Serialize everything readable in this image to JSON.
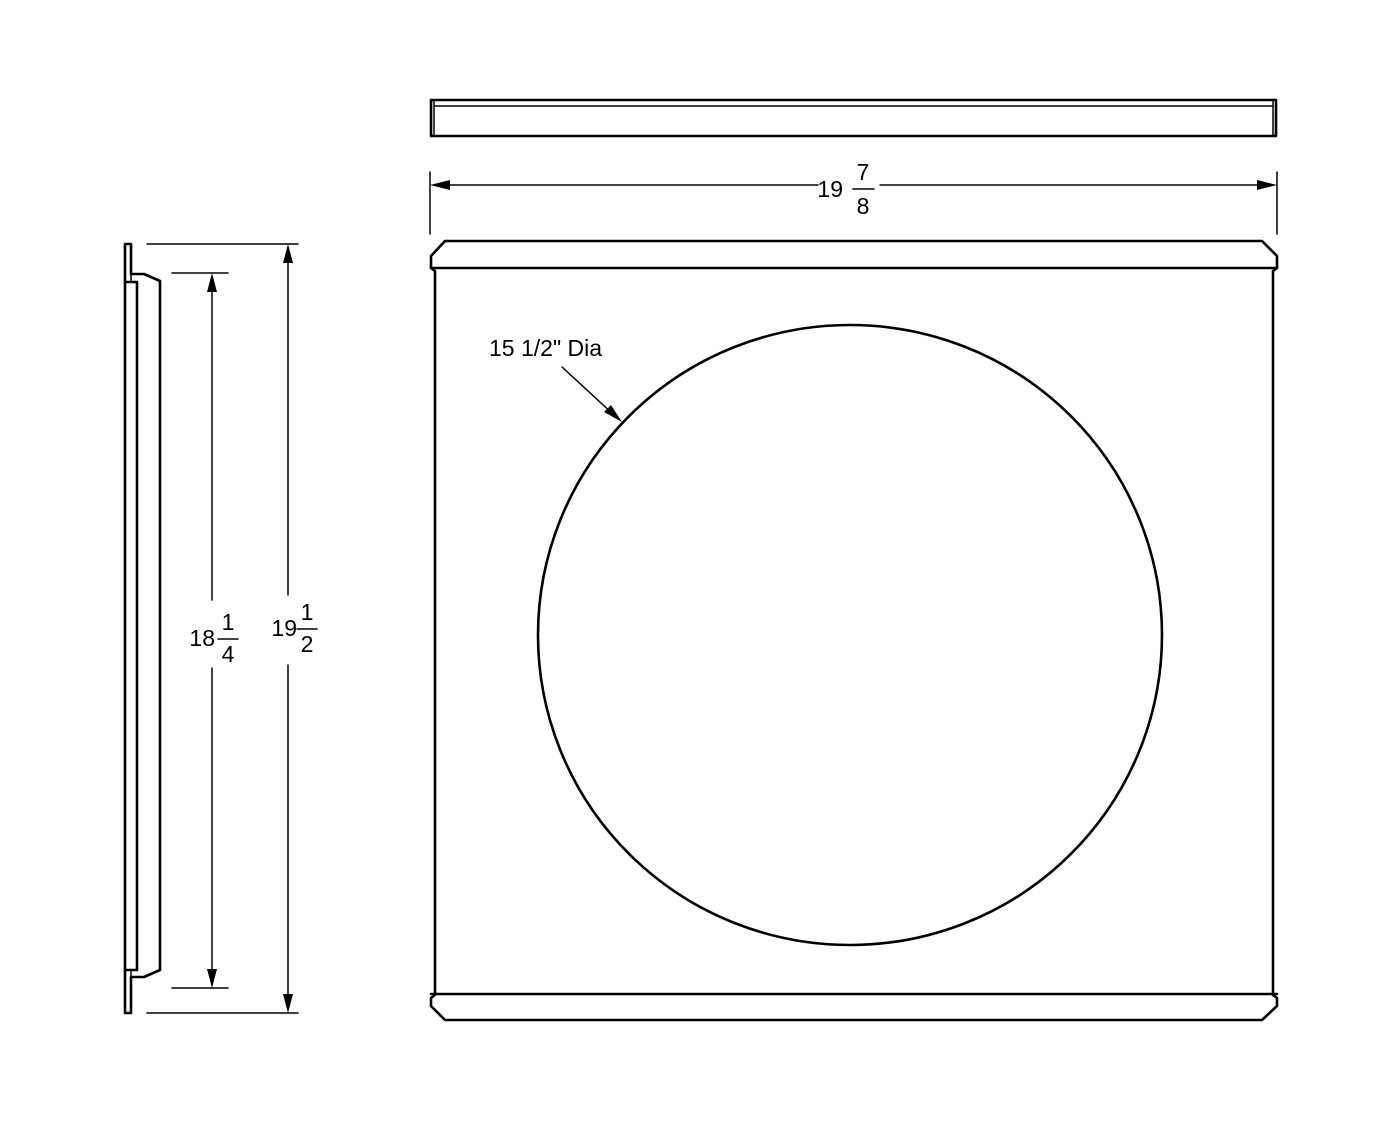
{
  "dimensions": {
    "width": {
      "whole": "19",
      "numerator": "7",
      "denominator": "8"
    },
    "height_outer": {
      "whole": "19",
      "numerator": "1",
      "denominator": "2"
    },
    "height_inner": {
      "whole": "18",
      "numerator": "1",
      "denominator": "4"
    }
  },
  "hole_label": "15 1/2\" Dia",
  "colors": {
    "line": "#000000",
    "background": "#ffffff"
  }
}
